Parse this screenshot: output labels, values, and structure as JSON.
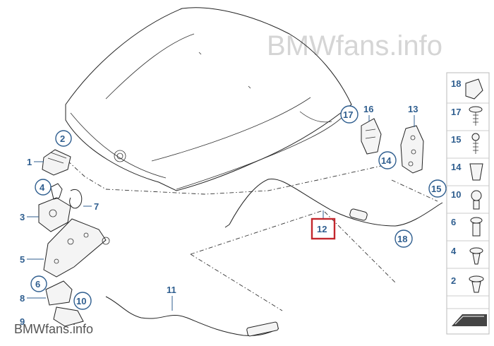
{
  "watermark_top": "BMWfans.info",
  "watermark_bottom": "BMWfans.info",
  "callouts": {
    "p1": "1",
    "p2": "2",
    "p3": "3",
    "p4": "4",
    "p5": "5",
    "p6": "6",
    "p7": "7",
    "p8": "8",
    "p9": "9",
    "p10": "10",
    "p11": "11",
    "p12": "12",
    "p13": "13",
    "p14": "14",
    "p15": "15",
    "p16": "16",
    "p17": "17",
    "p18": "18"
  },
  "legend": [
    "18",
    "17",
    "15",
    "14",
    "10",
    "6",
    "4",
    "2"
  ],
  "highlighted_part": "12",
  "colors": {
    "callout": "#2f5e8f",
    "highlight": "#c3272d"
  }
}
